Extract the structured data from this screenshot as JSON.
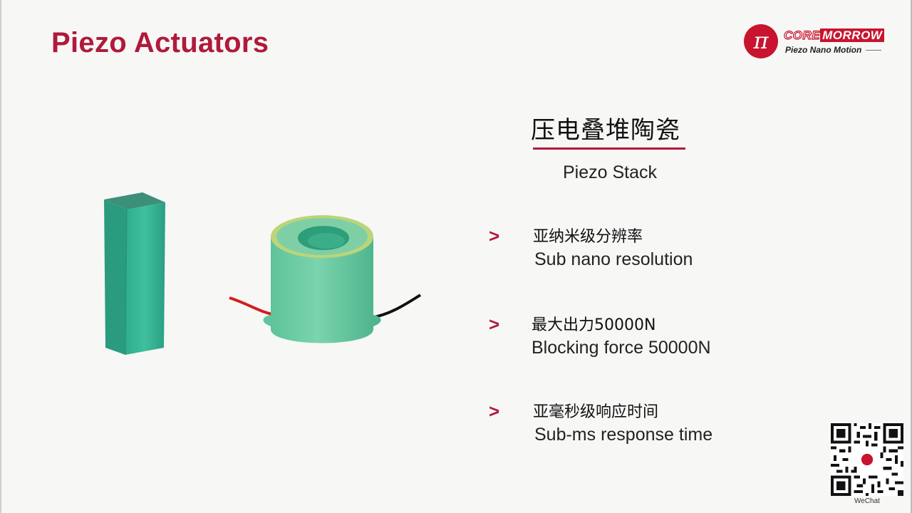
{
  "slide": {
    "title": "Piezo Actuators",
    "product_cn": "压电叠堆陶瓷",
    "product_en": "Piezo Stack",
    "accent_color": "#b01a3a"
  },
  "logo": {
    "brand_part1": "CORE",
    "brand_part2": "MORROW",
    "tagline": "Piezo Nano Motion",
    "symbol": "π",
    "color": "#c8142e"
  },
  "features": [
    {
      "marker": ">",
      "cn": "亚纳米级分辨率",
      "en": "Sub nano resolution"
    },
    {
      "marker": ">",
      "cn": "最大出力50000N",
      "en": "Blocking force 50000N"
    },
    {
      "marker": ">",
      "cn": "亚毫秒级响应时间",
      "en": "Sub-ms response time"
    }
  ],
  "qr": {
    "label": "WeChat"
  },
  "images": {
    "bar": "piezo-stack-bar-image",
    "ring": "piezo-ring-actuator-image"
  }
}
